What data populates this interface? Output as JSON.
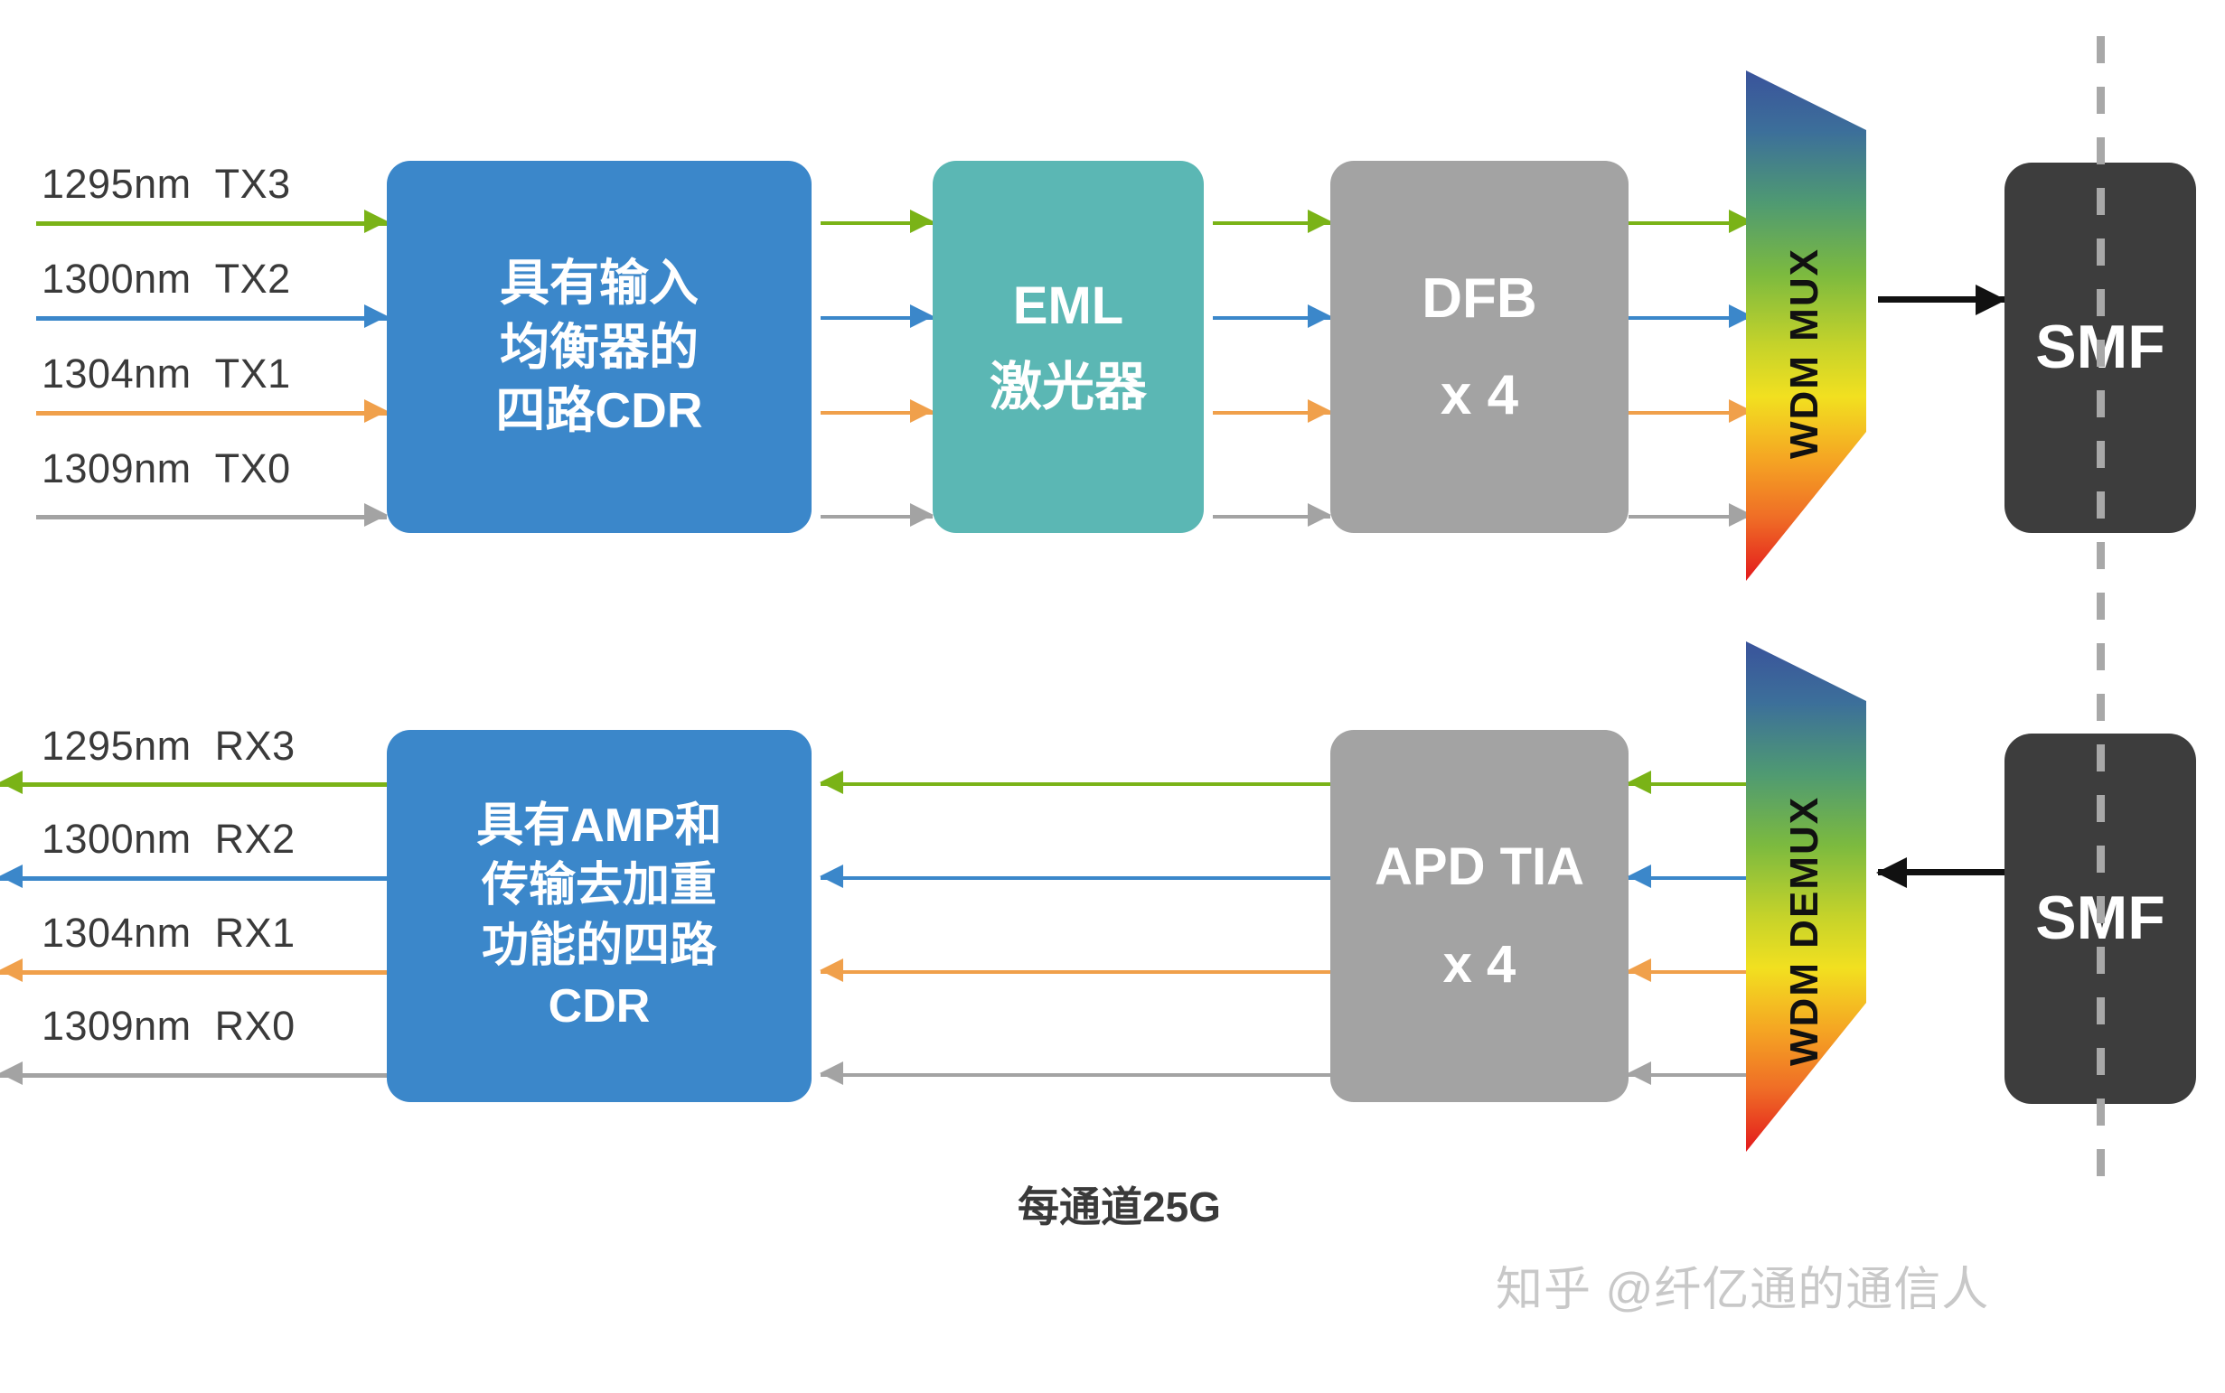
{
  "diagram": {
    "caption": "每通道25G",
    "watermark": "知乎 @纤亿通的通信人",
    "colors": {
      "green": "#7ab317",
      "blue": "#3b87ca",
      "orange": "#f0a04b",
      "gray": "#a3a3a3",
      "cdr_box": "#3b87ca",
      "eml_box": "#5bb7b4",
      "gray_box": "#a3a3a3",
      "smf_box": "#3d3d3d",
      "black_arrow": "#111111",
      "label_text": "#3a3a3a",
      "dash_line": "#a8a8a8",
      "watermark_text": "#c8c8c8"
    }
  },
  "tx": {
    "channels": [
      {
        "wavelength": "1295nm",
        "port": "TX3",
        "color": "#7ab317"
      },
      {
        "wavelength": "1300nm",
        "port": "TX2",
        "color": "#3b87ca"
      },
      {
        "wavelength": "1304nm",
        "port": "TX1",
        "color": "#f0a04b"
      },
      {
        "wavelength": "1309nm",
        "port": "TX0",
        "color": "#a3a3a3"
      }
    ],
    "cdr_box": {
      "lines": [
        "具有输入",
        "均衡器的",
        "四路CDR"
      ]
    },
    "eml_box": {
      "lines": [
        "EML",
        "激光器"
      ]
    },
    "dfb_box": {
      "lines": [
        "DFB",
        "x 4"
      ]
    },
    "wdm": {
      "label": "WDM MUX"
    },
    "smf_box": {
      "label": "SMF"
    }
  },
  "rx": {
    "channels": [
      {
        "wavelength": "1295nm",
        "port": "RX3",
        "color": "#7ab317"
      },
      {
        "wavelength": "1300nm",
        "port": "RX2",
        "color": "#3b87ca"
      },
      {
        "wavelength": "1304nm",
        "port": "RX1",
        "color": "#f0a04b"
      },
      {
        "wavelength": "1309nm",
        "port": "RX0",
        "color": "#a3a3a3"
      }
    ],
    "cdr_box": {
      "lines": [
        "具有AMP和",
        "传输去加重",
        "功能的四路",
        "CDR"
      ]
    },
    "apd_box": {
      "lines": [
        "APD TIA",
        "x 4"
      ]
    },
    "wdm": {
      "label": "WDM DEMUX"
    },
    "smf_box": {
      "label": "SMF"
    }
  }
}
